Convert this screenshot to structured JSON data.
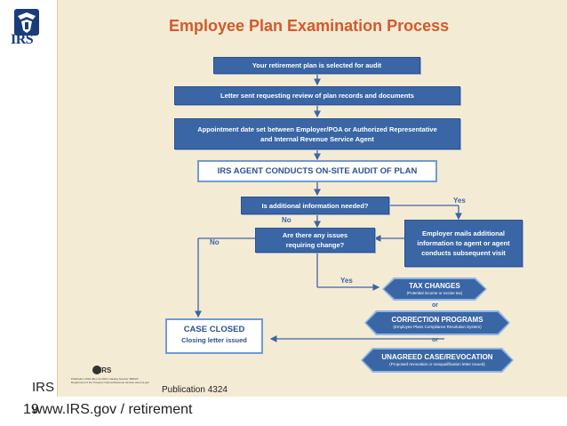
{
  "logo": {
    "text": "IRS"
  },
  "poster": {
    "title": "Employee Plan Examination Process",
    "steps": {
      "selected": "Your retirement plan is selected for audit",
      "letter": "Letter sent requesting review of plan records and documents",
      "appointment": "Appointment date set between Employer/POA or Authorized Representative and Internal Revenue Service Agent",
      "onsite": "IRS AGENT CONDUCTS ON-SITE AUDIT OF PLAN",
      "additional": "Is additional information needed?",
      "issues": "Are there any issues requiring change?",
      "employer_mails": "Employer mails additional information to agent or agent conducts subsequent visit"
    },
    "decisions": {
      "yes_additional": "Yes",
      "no_additional": "No",
      "no_issues": "No",
      "yes_issues": "Yes"
    },
    "outcomes": [
      {
        "title": "TAX CHANGES",
        "sub": "(Potential income or excise tax)"
      },
      {
        "title": "CORRECTION PROGRAMS",
        "sub": "(Employee Plans Compliance Resolution System)"
      },
      {
        "title": "UNAGREED CASE/REVOCATION",
        "sub": "(Proposed revocation or nonqualification letter issued)"
      }
    ],
    "or_label": "or",
    "case_closed": {
      "title": "CASE CLOSED",
      "subtitle": "Closing letter issued"
    },
    "publisher_logo": "IRS",
    "fine_print": "Publication 4324 (Rev 11-2011) Catalog Number 38023X Department of the Treasury Internal Revenue Service www.irs.gov"
  },
  "footer": {
    "agency": "IRS",
    "publication": "Publication 4324",
    "slide_number": "19",
    "url": "www.IRS.gov / retirement"
  },
  "colors": {
    "accent_blue": "#3a66a6",
    "title_orange": "#d25a2c",
    "poster_bg": "#f4ebd4"
  }
}
